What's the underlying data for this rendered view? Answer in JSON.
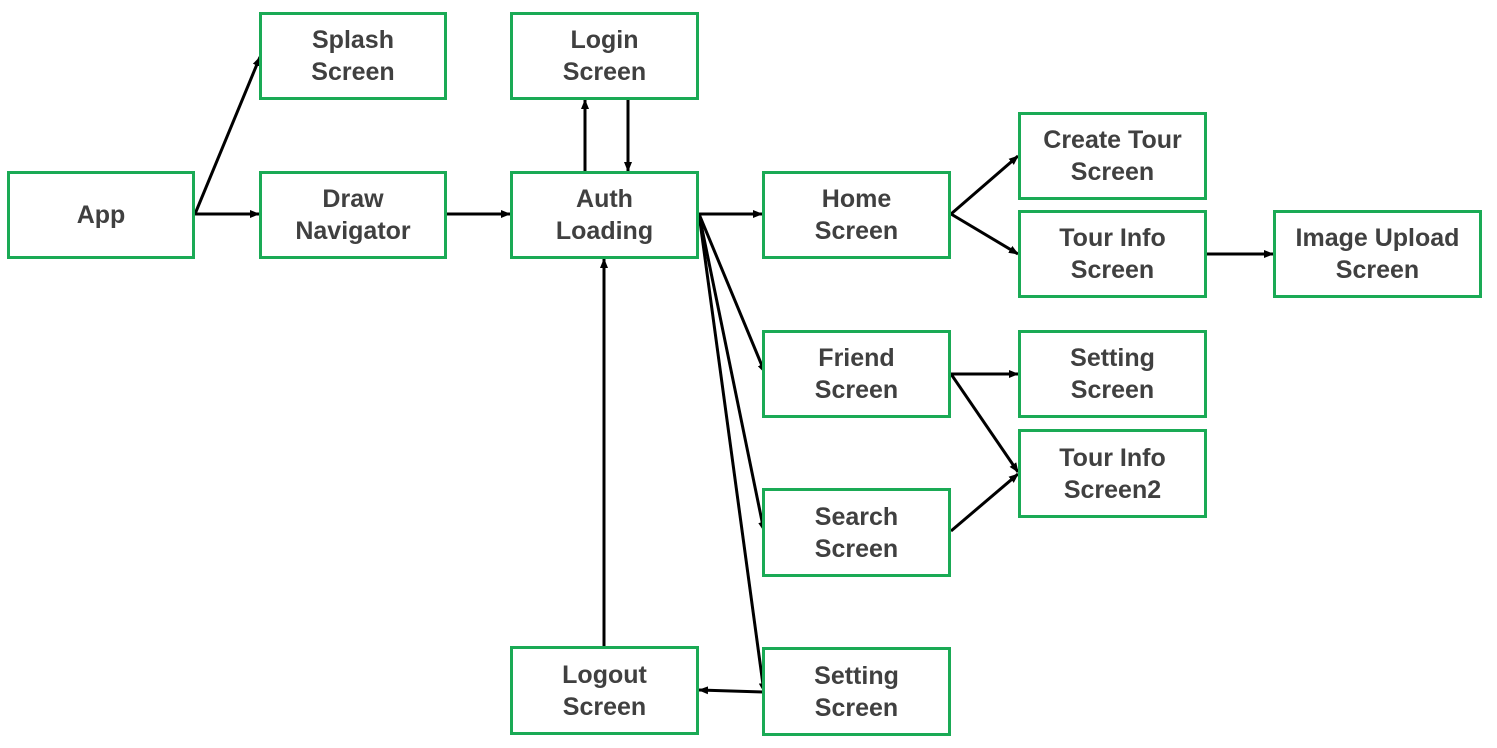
{
  "diagram": {
    "border_color": "#1aaa55",
    "text_color": "#404040",
    "arrow_color": "#000000",
    "nodes": {
      "app": {
        "lines": [
          "App"
        ]
      },
      "splash": {
        "lines": [
          "Splash",
          "Screen"
        ]
      },
      "draw_nav": {
        "lines": [
          "Draw",
          "Navigator"
        ]
      },
      "login": {
        "lines": [
          "Login",
          "Screen"
        ]
      },
      "auth": {
        "lines": [
          "Auth",
          "Loading"
        ]
      },
      "logout": {
        "lines": [
          "Logout",
          "Screen"
        ]
      },
      "home": {
        "lines": [
          "Home",
          "Screen"
        ]
      },
      "friend": {
        "lines": [
          "Friend",
          "Screen"
        ]
      },
      "search": {
        "lines": [
          "Search",
          "Screen"
        ]
      },
      "setting_main": {
        "lines": [
          "Setting",
          "Screen"
        ]
      },
      "create_tour": {
        "lines": [
          "Create Tour",
          "Screen"
        ]
      },
      "tour_info": {
        "lines": [
          "Tour Info",
          "Screen"
        ]
      },
      "setting_friend": {
        "lines": [
          "Setting",
          "Screen"
        ]
      },
      "tour_info2": {
        "lines": [
          "Tour Info",
          "Screen2"
        ]
      },
      "image_upload": {
        "lines": [
          "Image Upload",
          "Screen"
        ]
      }
    },
    "edges": [
      {
        "from": "app",
        "to": "splash"
      },
      {
        "from": "app",
        "to": "draw_nav"
      },
      {
        "from": "draw_nav",
        "to": "auth"
      },
      {
        "from": "auth",
        "to": "login"
      },
      {
        "from": "login",
        "to": "auth"
      },
      {
        "from": "auth",
        "to": "home"
      },
      {
        "from": "auth",
        "to": "friend"
      },
      {
        "from": "auth",
        "to": "search"
      },
      {
        "from": "auth",
        "to": "setting_main"
      },
      {
        "from": "setting_main",
        "to": "logout"
      },
      {
        "from": "logout",
        "to": "auth"
      },
      {
        "from": "home",
        "to": "create_tour"
      },
      {
        "from": "home",
        "to": "tour_info"
      },
      {
        "from": "tour_info",
        "to": "image_upload"
      },
      {
        "from": "friend",
        "to": "setting_friend"
      },
      {
        "from": "friend",
        "to": "tour_info2"
      },
      {
        "from": "search",
        "to": "tour_info2"
      }
    ]
  }
}
